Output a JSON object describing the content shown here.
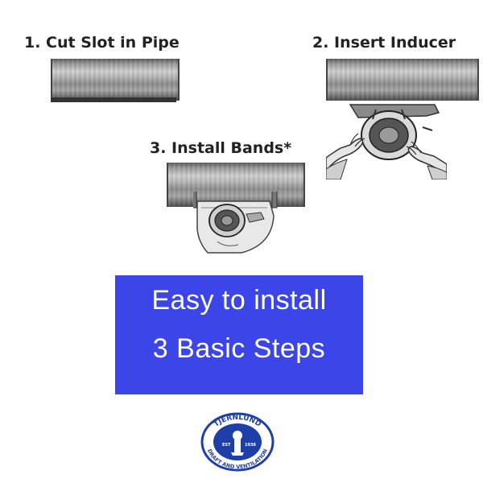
{
  "steps": [
    {
      "label": "1. Cut Slot in Pipe"
    },
    {
      "label": "2. Insert Inducer"
    },
    {
      "label": "3. Install Bands*"
    }
  ],
  "banner": {
    "line1": "Easy to install",
    "line2": "3 Basic Steps",
    "background_color": "#3c45e8",
    "text_color": "#ffffff"
  },
  "logo": {
    "brand": "TJERNLUND",
    "tagline": "DRAFT AND VENTILATION",
    "est_label": "EST",
    "year": "1938",
    "color": "#1e3fa8"
  }
}
